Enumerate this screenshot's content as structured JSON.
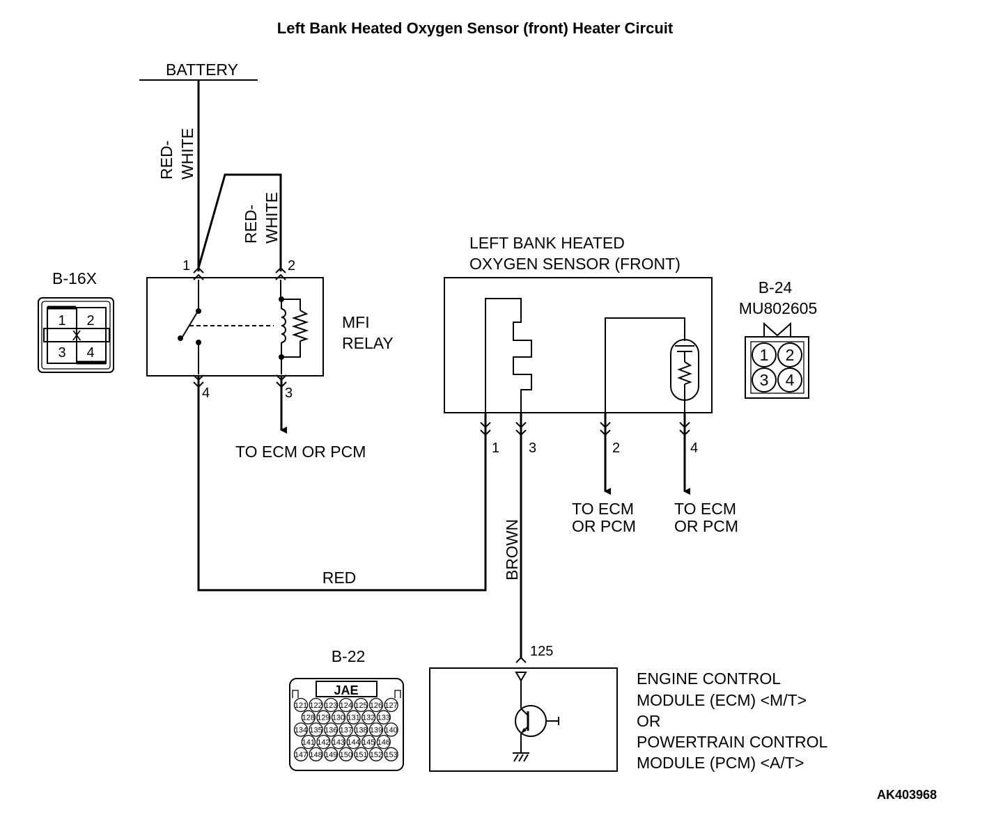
{
  "title": "Left Bank Heated Oxygen Sensor (front) Heater Circuit",
  "battery": "BATTERY",
  "wire_red_white_1": "RED-",
  "wire_red_white_2": "WHITE",
  "wire_red": "RED",
  "wire_brown": "BROWN",
  "relay": {
    "name_1": "MFI",
    "name_2": "RELAY",
    "pins": [
      "1",
      "2",
      "3",
      "4"
    ]
  },
  "relay_connector": {
    "id": "B-16X",
    "pins": [
      "1",
      "2",
      "3",
      "4"
    ],
    "mark": "X"
  },
  "to_ecm_single": "TO ECM OR PCM",
  "to_ecm_line1": "TO ECM",
  "to_ecm_line2": "OR PCM",
  "sensor": {
    "name_1": "LEFT BANK HEATED",
    "name_2": "OXYGEN SENSOR (FRONT)",
    "pins": [
      "1",
      "3",
      "2",
      "4"
    ]
  },
  "sensor_connector": {
    "id": "B-24",
    "part": "MU802605",
    "pins": [
      "1",
      "2",
      "3",
      "4"
    ]
  },
  "ecm_connector": {
    "id": "B-22",
    "label": "JAE",
    "rows": [
      [
        "121",
        "122",
        "123",
        "124",
        "125",
        "126",
        "127"
      ],
      [
        "128",
        "129",
        "130",
        "131",
        "132",
        "133"
      ],
      [
        "134",
        "135",
        "136",
        "137",
        "138",
        "139",
        "140"
      ],
      [
        "141",
        "142",
        "143",
        "144",
        "145",
        "146"
      ],
      [
        "147",
        "148",
        "149",
        "150",
        "151",
        "152",
        "153"
      ]
    ]
  },
  "ecm": {
    "pin": "125",
    "line1": "ENGINE CONTROL",
    "line2": "MODULE (ECM) <M/T>",
    "line3": "OR",
    "line4": "POWERTRAIN CONTROL",
    "line5": "MODULE (PCM) <A/T>"
  },
  "figure_code": "AK403968"
}
